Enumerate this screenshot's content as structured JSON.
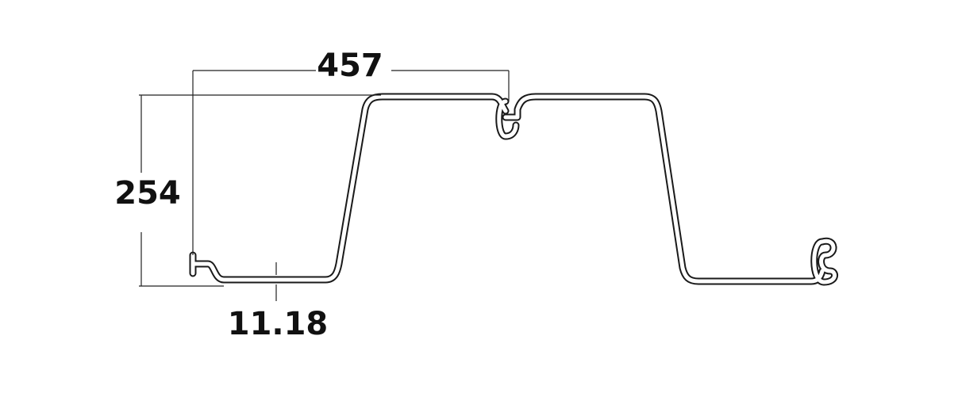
{
  "diagram": {
    "dimensions": {
      "width_label": "457",
      "height_label": "254",
      "thickness_label": "11.18"
    },
    "colors": {
      "outline": "#1a1a1a",
      "background": "#ffffff"
    }
  }
}
